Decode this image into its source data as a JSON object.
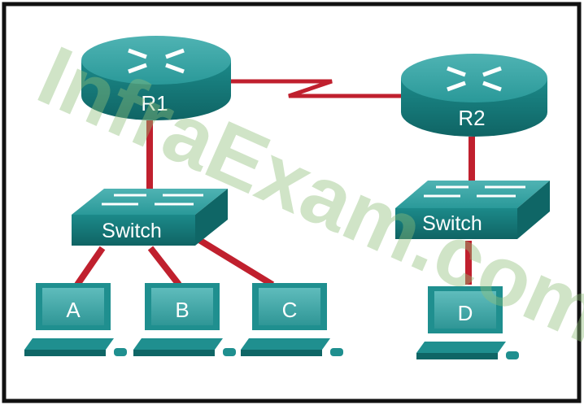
{
  "watermark": "InfraExam.com",
  "colors": {
    "device_teal": "#1f8f8f",
    "device_teal_dark": "#0f6666",
    "link_red": "#c0202e",
    "border": "#111111"
  },
  "routers": [
    {
      "id": "r1",
      "label": "R1",
      "icon": "router-icon"
    },
    {
      "id": "r2",
      "label": "R2",
      "icon": "router-icon"
    }
  ],
  "switches": [
    {
      "id": "sw1",
      "label": "Switch",
      "icon": "switch-icon"
    },
    {
      "id": "sw2",
      "label": "Switch",
      "icon": "switch-icon"
    }
  ],
  "pcs": [
    {
      "id": "pc-a",
      "label": "A",
      "icon": "pc-icon"
    },
    {
      "id": "pc-b",
      "label": "B",
      "icon": "pc-icon"
    },
    {
      "id": "pc-c",
      "label": "C",
      "icon": "pc-icon"
    },
    {
      "id": "pc-d",
      "label": "D",
      "icon": "pc-icon"
    }
  ],
  "links": [
    {
      "from": "R1",
      "to": "R2",
      "type": "serial"
    },
    {
      "from": "R1",
      "to": "Switch",
      "type": "ethernet"
    },
    {
      "from": "Switch",
      "to": "A",
      "type": "ethernet"
    },
    {
      "from": "Switch",
      "to": "B",
      "type": "ethernet"
    },
    {
      "from": "Switch",
      "to": "C",
      "type": "ethernet"
    },
    {
      "from": "R2",
      "to": "Switch",
      "type": "ethernet"
    },
    {
      "from": "Switch",
      "to": "D",
      "type": "ethernet"
    }
  ]
}
